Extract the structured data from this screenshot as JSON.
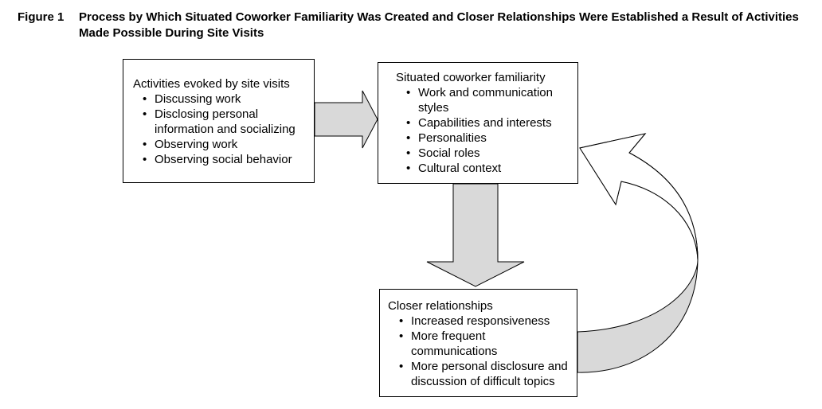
{
  "figure": {
    "label": "Figure 1",
    "title": "Process by Which Situated Coworker Familiarity Was Created and Closer Relationships Were Established a Result of Activities Made Possible During Site Visits"
  },
  "boxes": {
    "activities": {
      "title": "Activities evoked by site visits",
      "items": [
        "Discussing work",
        "Disclosing personal information and socializing",
        "Observing work",
        "Observing social behavior"
      ]
    },
    "familiarity": {
      "title": "Situated coworker familiarity",
      "items": [
        "Work and communication styles",
        "Capabilities and interests",
        "Personalities",
        "Social roles",
        "Cultural context"
      ]
    },
    "relationships": {
      "title": "Closer relationships",
      "items": [
        "Increased responsiveness",
        "More frequent communications",
        "More personal disclosure and discussion of difficult topics"
      ]
    }
  },
  "colors": {
    "arrow_fill": "#d9d9d9",
    "stroke": "#000000",
    "background": "#ffffff"
  }
}
